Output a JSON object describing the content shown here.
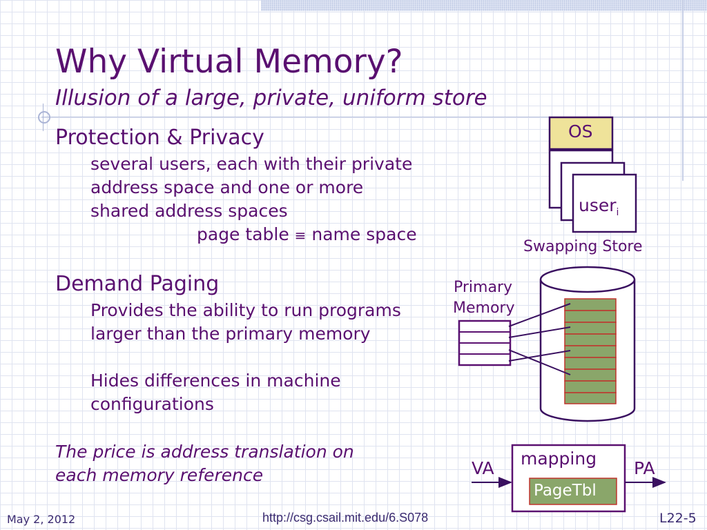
{
  "slide": {
    "title": "Why Virtual Memory?",
    "subtitle": "Illusion of a large, private, uniform store"
  },
  "sections": [
    {
      "heading": "Protection & Privacy",
      "lines": [
        "several users, each with their private",
        "address space and one or more",
        "shared address spaces"
      ],
      "note_left": "page table",
      "note_symbol": "≡",
      "note_right": "name space"
    },
    {
      "heading": "Demand Paging",
      "lines": [
        "Provides the ability to run programs",
        "larger than the primary memory",
        "Hides differences in machine",
        "configurations"
      ]
    }
  ],
  "price": [
    "The price is address translation on",
    "each memory reference"
  ],
  "diagram": {
    "os_label": "OS",
    "user_label": "user",
    "user_sub": "i",
    "swapping_label": "Swapping Store",
    "primary_line1": "Primary",
    "primary_line2": "Memory",
    "va_label": "VA",
    "pa_label": "PA",
    "mapping_label": "mapping",
    "pagetbl_label": "PageTbl",
    "colors": {
      "purple": "#5a1070",
      "os_fill": "#efe39a",
      "page_fill": "#8aa66a",
      "page_border": "#c0342c",
      "diagram_stroke": "#3a1060"
    }
  },
  "footer": {
    "date": "May 2, 2012",
    "url": "http://csg.csail.mit.edu/6.S078",
    "slide_number": "L22-5"
  }
}
